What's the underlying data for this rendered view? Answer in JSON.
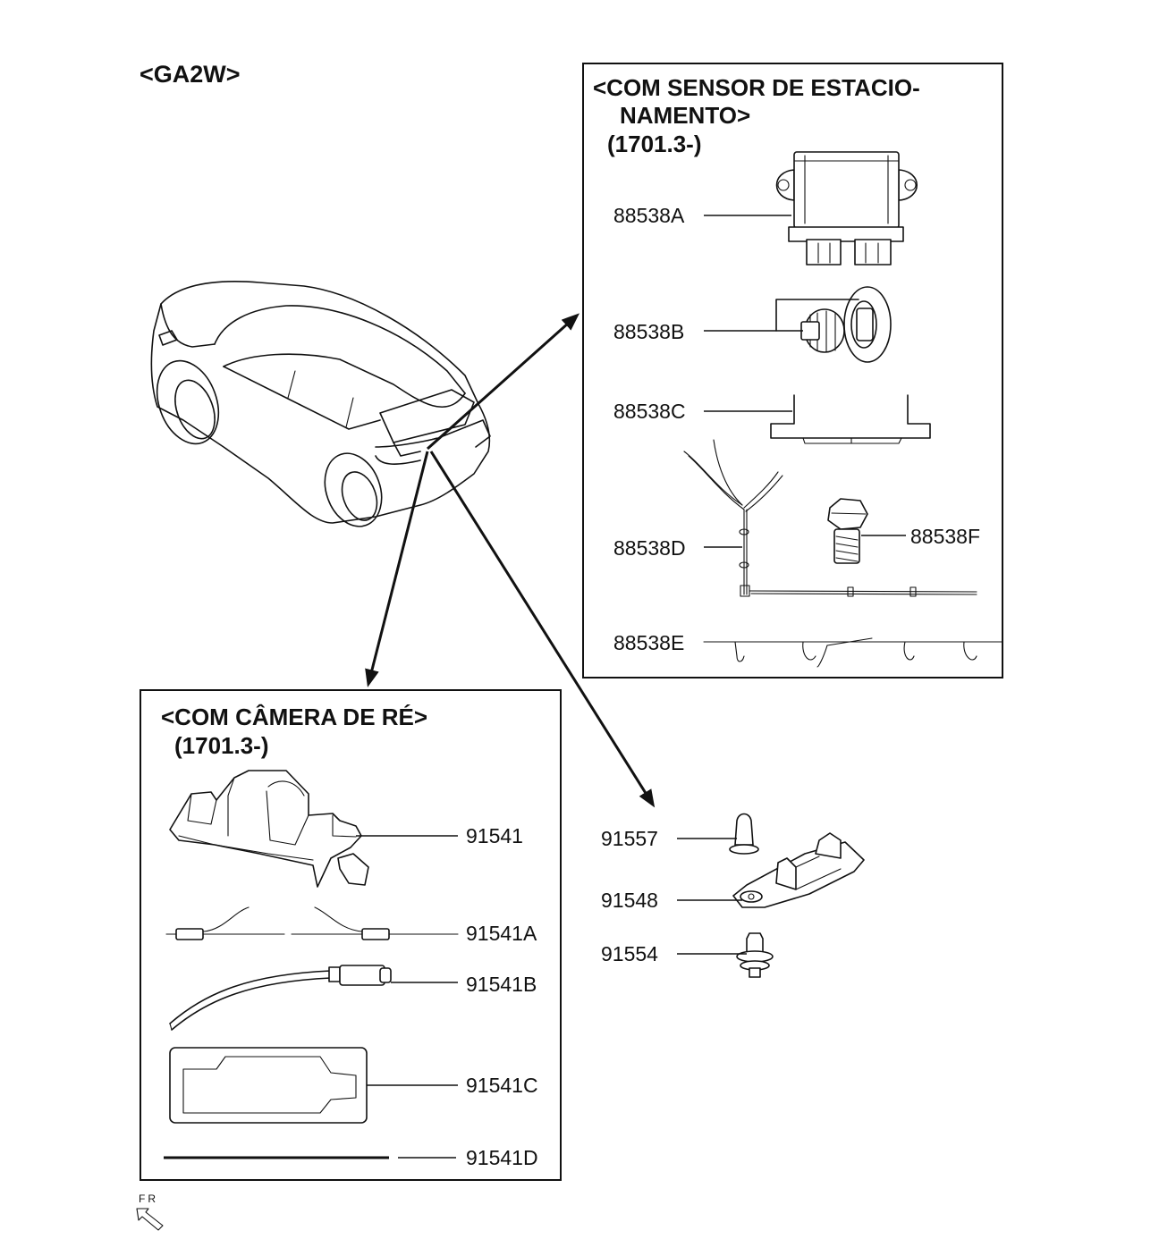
{
  "model_code": "<GA2W>",
  "parking_sensor_box": {
    "heading_line1": "<COM SENSOR DE ESTACIO-",
    "heading_line2": "NAMENTO>",
    "date_range": "(1701.3-)",
    "parts": [
      "88538A",
      "88538B",
      "88538C",
      "88538D",
      "88538F",
      "88538E"
    ]
  },
  "rear_camera_box": {
    "heading": "<COM CÂMERA DE RÉ>",
    "date_range": "(1701.3-)",
    "parts": [
      "91541",
      "91541A",
      "91541B",
      "91541C",
      "91541D"
    ]
  },
  "license_lamp_parts": [
    "91557",
    "91548",
    "91554"
  ],
  "front_indicator": "FR"
}
